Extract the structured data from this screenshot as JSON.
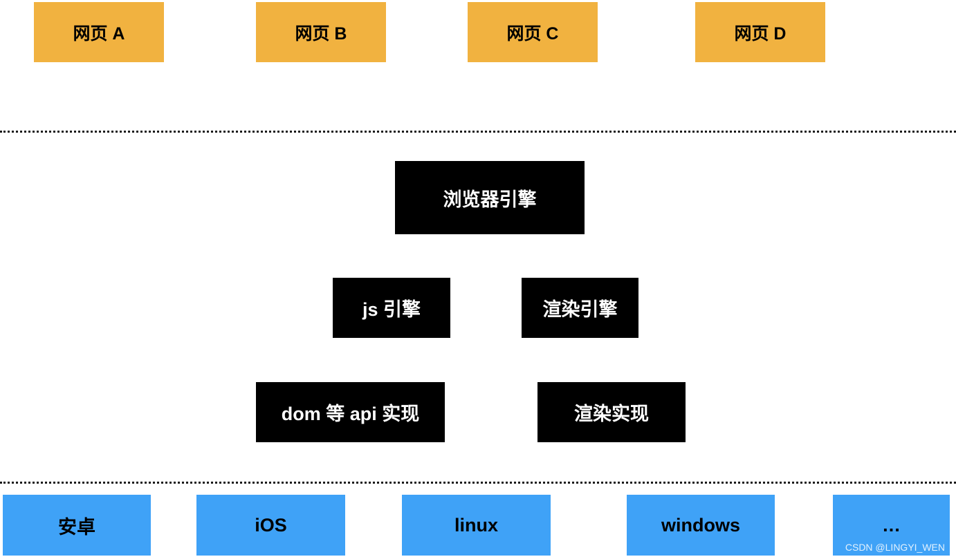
{
  "pages": [
    {
      "label": "网页 A"
    },
    {
      "label": "网页 B"
    },
    {
      "label": "网页 C"
    },
    {
      "label": "网页 D"
    }
  ],
  "browser_engine": {
    "label": "浏览器引擎"
  },
  "sub_engines": {
    "js": "js 引擎",
    "render": "渲染引擎"
  },
  "implementations": {
    "dom_api": "dom 等 api 实现",
    "render_impl": "渲染实现"
  },
  "platforms": [
    {
      "label": "安卓"
    },
    {
      "label": "iOS"
    },
    {
      "label": "linux"
    },
    {
      "label": "windows"
    },
    {
      "label": "…"
    }
  ],
  "watermark": "CSDN @LINGYI_WEN",
  "colors": {
    "page_box": "#f1b240",
    "engine_box": "#000000",
    "platform_box": "#3fa2f7"
  }
}
